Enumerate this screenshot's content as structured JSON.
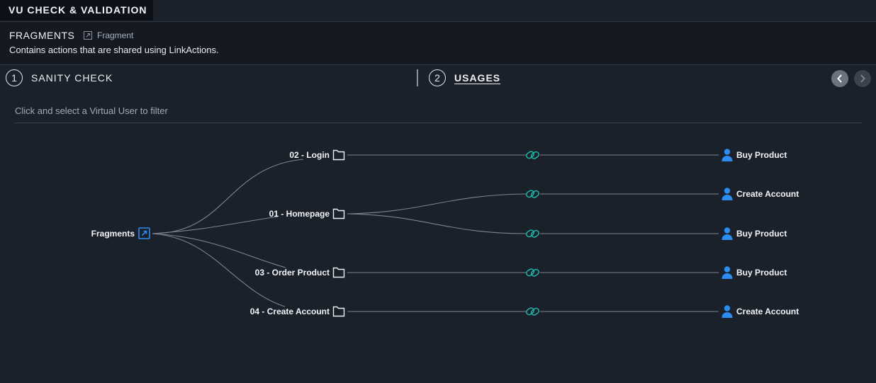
{
  "window": {
    "title": "VU CHECK & VALIDATION"
  },
  "header": {
    "name": "FRAGMENTS",
    "type_label": "Fragment",
    "description": "Contains actions that are shared using LinkActions."
  },
  "steps": [
    {
      "number": "1",
      "label": "SANITY CHECK",
      "active": false
    },
    {
      "number": "2",
      "label": "USAGES",
      "active": true
    }
  ],
  "hint": "Click and select a Virtual User to filter",
  "graph": {
    "root": {
      "label": "Fragments",
      "icon": "external-link-icon"
    },
    "fragments": [
      {
        "label": "02 - Login",
        "icon": "folder-icon"
      },
      {
        "label": "01 - Homepage",
        "icon": "folder-icon"
      },
      {
        "label": "03 - Order Product",
        "icon": "folder-icon"
      },
      {
        "label": "04 - Create Account",
        "icon": "folder-icon"
      }
    ],
    "virtual_users": [
      {
        "label": "Buy Product",
        "icon": "user-icon"
      },
      {
        "label": "Create Account",
        "icon": "user-icon"
      },
      {
        "label": "Buy Product",
        "icon": "user-icon"
      },
      {
        "label": "Buy Product",
        "icon": "user-icon"
      },
      {
        "label": "Create Account",
        "icon": "user-icon"
      }
    ],
    "link_icon": "link-icon"
  },
  "colors": {
    "accent": "#2d8cf0",
    "link": "#1fb8a8",
    "edge": "#7d848f"
  }
}
